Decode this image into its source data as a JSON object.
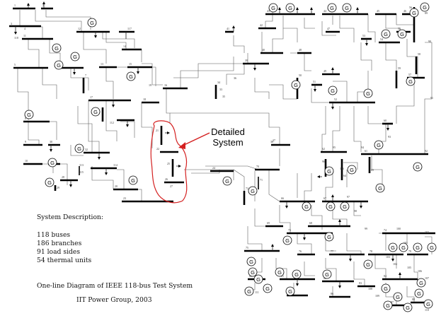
{
  "callout": {
    "line1": "Detailed",
    "line2": "System"
  },
  "description": {
    "heading": "System Description:",
    "items": [
      "118 buses",
      "186 branches",
      "91 load sides",
      "54 thermal units"
    ],
    "caption": "One-line Diagram of IEEE 118-bus Test System",
    "credit": "IIT Power Group, 2003"
  },
  "generator_label": "G",
  "bus_labels": [
    "1",
    "2",
    "3",
    "4",
    "5",
    "6",
    "7",
    "8",
    "9",
    "10",
    "11",
    "12",
    "13",
    "14",
    "15",
    "16",
    "17",
    "18",
    "19",
    "20",
    "21",
    "22",
    "23",
    "24",
    "25",
    "26",
    "27",
    "28",
    "29",
    "30",
    "31",
    "32",
    "33",
    "34",
    "35",
    "36",
    "37",
    "38",
    "39",
    "40",
    "41",
    "42",
    "43",
    "44",
    "45",
    "46",
    "47",
    "48",
    "49",
    "50",
    "51",
    "52",
    "53",
    "54",
    "55",
    "56",
    "57",
    "58",
    "59",
    "60",
    "61",
    "62",
    "63",
    "64",
    "65",
    "66",
    "67",
    "68",
    "69",
    "70",
    "71",
    "72",
    "73",
    "74",
    "75",
    "76",
    "77",
    "78",
    "79",
    "80",
    "81",
    "82",
    "83",
    "84",
    "85",
    "86",
    "87",
    "88",
    "89",
    "90",
    "91",
    "92",
    "93",
    "94",
    "95",
    "96",
    "97",
    "98",
    "99",
    "100",
    "101",
    "102",
    "103",
    "104",
    "105",
    "106",
    "107",
    "108",
    "109",
    "110",
    "111",
    "112",
    "113",
    "114",
    "115",
    "116",
    "117",
    "118"
  ],
  "colors": {
    "ink": "#000000",
    "branch": "#555555",
    "highlight": "#d42020",
    "background": "#ffffff"
  }
}
